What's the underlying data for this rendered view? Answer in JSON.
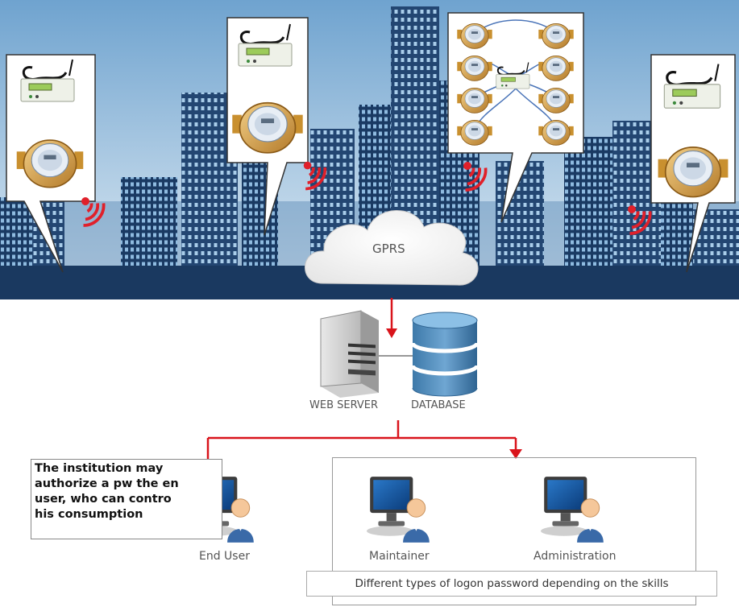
{
  "network": {
    "label": "GPRS"
  },
  "servers": {
    "web_server": "WEB SERVER",
    "database": "DATABASE"
  },
  "users": {
    "end_user": "End User",
    "maintainer": "Maintainer",
    "administration": "Administration"
  },
  "note": {
    "text": "The institution may\nauthorize a pw the en\nuser, who can contro\nhis consumption"
  },
  "footer": {
    "text": "Different types of logon password depending on the skills"
  },
  "colors": {
    "sky_top": "#6fa3cf",
    "sky_bottom": "#dbe9f3",
    "building": "#1f3f6a",
    "arrow": "#d9141b",
    "signal": "#e0202a"
  },
  "icons": [
    "water-meter-icon",
    "gprs-transmitter-icon",
    "wireless-signal-icon",
    "cloud-icon",
    "server-tower-icon",
    "database-icon",
    "user-computer-icon"
  ]
}
